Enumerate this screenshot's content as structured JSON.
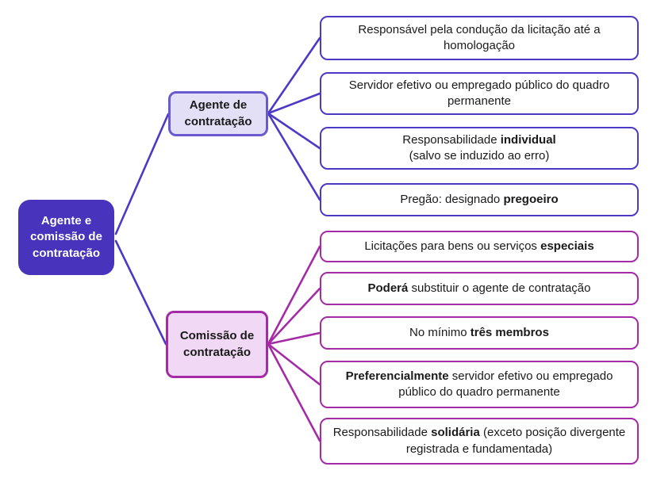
{
  "colors": {
    "root_fill": "#4833BC",
    "root_text": "#FFFFFF",
    "indigo_line": "#4C39C6",
    "agente_fill": "#E3DFF7",
    "agente_border": "#6A5ACF",
    "magenta_line": "#A42BA6",
    "comissao_fill": "#F1D8F4",
    "leaf_fill": "#FFFFFF",
    "text": "#1A1A1A"
  },
  "root": {
    "label": "Agente e comissão de contratação"
  },
  "branches": [
    {
      "label": "Agente de contratação",
      "children": [
        {
          "segments": [
            {
              "text": "Responsável pela condução da licitação até a homologação",
              "bold": false
            }
          ]
        },
        {
          "segments": [
            {
              "text": "Servidor efetivo ou empregado público do quadro permanente",
              "bold": false
            }
          ]
        },
        {
          "segments": [
            {
              "text": "Responsabilidade ",
              "bold": false
            },
            {
              "text": "individual",
              "bold": true
            },
            {
              "text": "(salvo se induzido ao erro)",
              "bold": false
            }
          ]
        },
        {
          "segments": [
            {
              "text": "Pregão: designado ",
              "bold": false
            },
            {
              "text": "pregoeiro",
              "bold": true
            }
          ]
        }
      ]
    },
    {
      "label": "Comissão de contratação",
      "children": [
        {
          "segments": [
            {
              "text": "Licitações para bens ou serviços ",
              "bold": false
            },
            {
              "text": "especiais",
              "bold": true
            }
          ]
        },
        {
          "segments": [
            {
              "text": "Poderá",
              "bold": true
            },
            {
              "text": " substituir o agente de contratação",
              "bold": false
            }
          ]
        },
        {
          "segments": [
            {
              "text": "No mínimo ",
              "bold": false
            },
            {
              "text": "três membros",
              "bold": true
            }
          ]
        },
        {
          "segments": [
            {
              "text": "Preferencialmente",
              "bold": true
            },
            {
              "text": " servidor efetivo ou empregado público do quadro permanente",
              "bold": false
            }
          ]
        },
        {
          "segments": [
            {
              "text": "Responsabilidade ",
              "bold": false
            },
            {
              "text": "solidária",
              "bold": true
            },
            {
              "text": " (exceto posição divergente registrada e fundamentada)",
              "bold": false
            }
          ]
        }
      ]
    }
  ]
}
